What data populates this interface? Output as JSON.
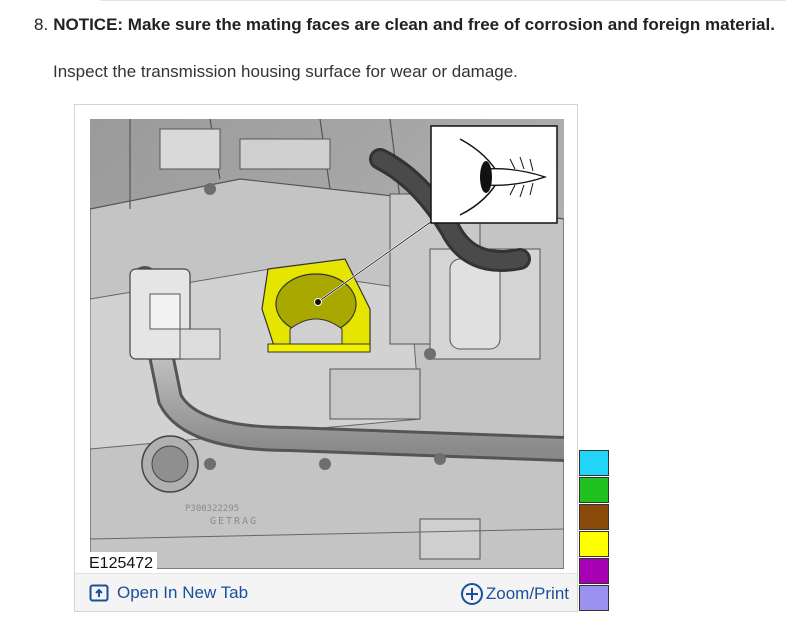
{
  "step": {
    "number": "8.",
    "notice": "NOTICE: Make sure the mating faces are clean and free of corrosion and foreign material.",
    "instruction": "Inspect the transmission housing surface for wear or damage."
  },
  "figure": {
    "id_label": "E125472",
    "casting_text_line1": "P300322295",
    "casting_text_line2": "GETRAG",
    "open_new_tab_label": "Open In New Tab",
    "zoom_print_label": "Zoom/Print",
    "open_icon": "open-new-tab-icon",
    "zoom_icon": "plus-circle-icon",
    "callout_icon": "eye-inspect-icon",
    "highlight_color": "#ffff00"
  },
  "swatches": [
    "#22d4f5",
    "#1fc21f",
    "#8a4a0a",
    "#ffff00",
    "#a800b4",
    "#9a92ee"
  ],
  "colors": {
    "link": "#1a4f9c"
  }
}
